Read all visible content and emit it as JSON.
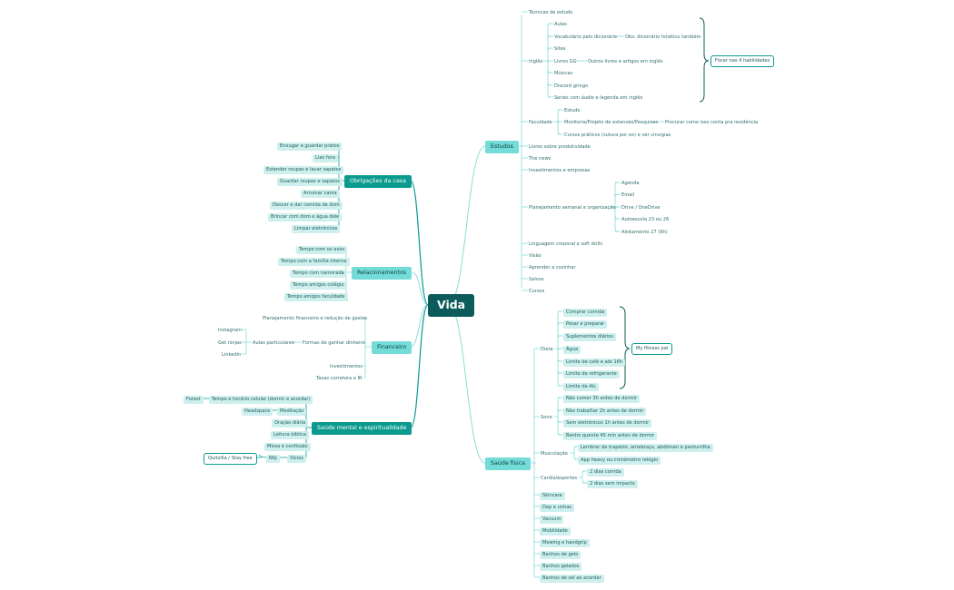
{
  "root": "Vida",
  "branches": {
    "estudos": "Estudos",
    "obrigacoes": "Obrigações da casa",
    "relacionamentos": "Relacionamentos",
    "financeiro": "Financeiro",
    "saude_mental": "Saúde mental e espiritualidade",
    "saude_fisica": "Saúde física"
  },
  "estudos": {
    "tecnicas": "Técnicas de estudo",
    "ingles": "Inglês",
    "ingles_items": [
      "Aulas",
      "Vocabulário pelo dicionário",
      "Sites",
      "Livros GG",
      "Músicas",
      "Discord gringo",
      "Series com áudio e legenda em inglês"
    ],
    "obs_dicionario": "Obs: dicionário fonético também",
    "outros_livros": "Outros livros e artigos em inglês",
    "focar": "Focar nas 4 habilidades",
    "faculdade": "Faculdade",
    "faculdade_items": [
      "Estudo",
      "Monitoria/Projeto de extensão/Pesquisas",
      "Cursos práticos (sutura por ex) e ver cirurgias"
    ],
    "procurar": "Procurar como isso conta pra residência",
    "livros_produtividade": "Livros sobre produtividade",
    "the_news": "The news",
    "investimentos_empresas": "Investimentos e empresas",
    "planejamento": "Planejamento semanal e organização",
    "planejamento_items": [
      "Agenda",
      "Email",
      "Drive / OneDrive",
      "Autoescola 23 ou 26",
      "Alistamento 27 (9h)"
    ],
    "linguagem": "Linguagem corporal e soft skills",
    "visao": "Visão",
    "cozinhar": "Aprender a cozinhar",
    "salvos": "Salvos",
    "cursos": "Cursos"
  },
  "obrigacoes": [
    "Enxugar e guardar pratos",
    "Lixo fora",
    "Estender roupas e lavar sapatos",
    "Guardar roupas e sapatos",
    "Arrumar cama",
    "Descer e dar comida de dom",
    "Brincar com dom e água dele",
    "Limpar eletrônicos"
  ],
  "relacionamentos": [
    "Tempo com os avós",
    "Tempo com a família interna",
    "Tempo com namorada",
    "Tempo amigos colégio",
    "Tempo amigos faculdade"
  ],
  "financeiro": {
    "planejamento": "Planejamento financeiro e redução de gastos",
    "formas": "Formas de ganhar dinheiro",
    "aulas": "Aulas particulares",
    "aulas_items": [
      "Instagram",
      "Get ninjas",
      "Linkedin"
    ],
    "investimentos": "Investimentos",
    "taxas": "Taxas corretora e IR"
  },
  "saude_mental": {
    "tempo_celular": "Tempo e horário celular (dormir e acordar)",
    "forest": "Forest",
    "meditacao": "Meditação",
    "headspace": "Headspace",
    "oracao": "Oração diária",
    "leitura": "Leitura bíblica",
    "missa": "Missa e confissão",
    "vicios": "Vícios",
    "nfp": "Nfp",
    "quitzilla": "Quitzilla / Stay free"
  },
  "saude_fisica": {
    "dieta": "Dieta",
    "dieta_items": [
      "Comprar comida",
      "Pesar e preparar",
      "Suplementos diários",
      "Água",
      "Limite de café e até 16h",
      "Limite de refrigerante",
      "Limite de Alc"
    ],
    "fitness": "My fitness pal",
    "sono": "Sono",
    "sono_items": [
      "Não comer 3h antes de dormir",
      "Não trabalhar 2h antes de dormir",
      "Sem eletrônicos 1h antes de dormir",
      "Banho quente 45 min antes de dormir"
    ],
    "musculacao": "Musculação",
    "musculacao_items": [
      "Lembrar de trapézio, antebraço, abdômen e panturrilha",
      "App heavy ou cronômetro relógio"
    ],
    "cardio": "Cardio/esportes",
    "cardio_items": [
      "2 dias corrida",
      "2 dias sem impacto"
    ],
    "others": [
      "Skincare",
      "Dep e unhas",
      "Vacuum",
      "Mobilidade",
      "Mewing e handgrip",
      "Banhos de gelo",
      "Banhos gelados",
      "Banhos de sol ao acordar"
    ]
  },
  "colors": {
    "root": "#0b5c5a",
    "branch_dark": "#0a9a8e",
    "branch_light": "#74dcd8",
    "leaf_bg": "#cdefed",
    "line_dark": "#0a9a8e",
    "line_light": "#86ddd8"
  }
}
